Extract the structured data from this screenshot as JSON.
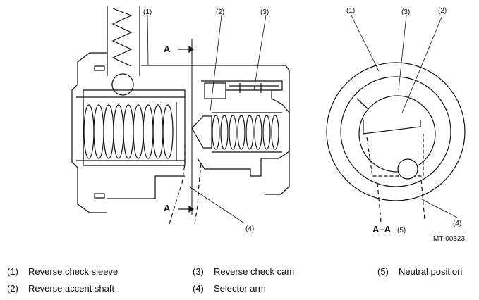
{
  "callouts": {
    "left_1": "(1)",
    "left_2": "(2)",
    "left_3": "(3)",
    "left_4": "(4)",
    "right_1": "(1)",
    "right_3": "(3)",
    "right_2": "(2)",
    "right_4": "(4)"
  },
  "section_arrow_label": "A",
  "section_view_label": "A–A",
  "section_view_ref": "(5)",
  "figure_id": "MT-00323",
  "legend": [
    {
      "num": "(1)",
      "text": "Reverse check sleeve"
    },
    {
      "num": "(2)",
      "text": "Reverse accent shaft"
    },
    {
      "num": "(3)",
      "text": "Reverse check cam"
    },
    {
      "num": "(4)",
      "text": "Selector arm"
    },
    {
      "num": "(5)",
      "text": "Neutral position"
    }
  ],
  "colors": {
    "line": "#111111",
    "background": "#ffffff"
  }
}
